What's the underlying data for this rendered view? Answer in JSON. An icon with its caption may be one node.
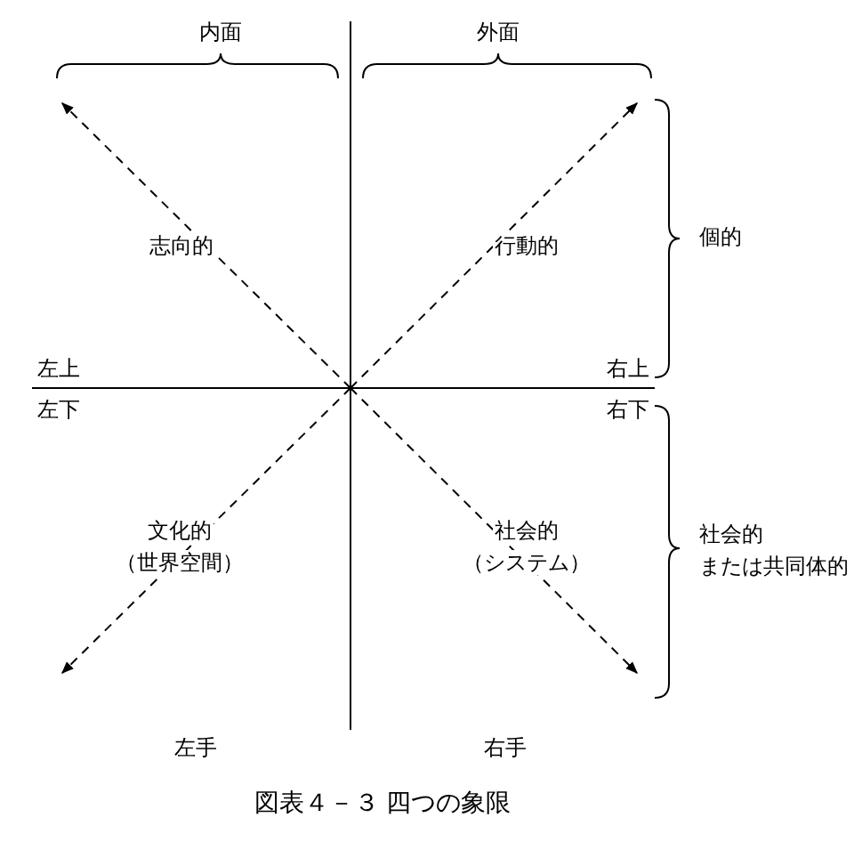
{
  "diagram": {
    "caption": "図表４－３ 四つの象限",
    "labels": [
      "内面",
      "外面",
      "志向的",
      "行動的",
      "個的",
      "左上",
      "右上",
      "左下",
      "右下",
      "文化的",
      "（世界空間）",
      "社会的",
      "（システム）",
      "社会的",
      "または共同体的",
      "左手",
      "右手"
    ]
  }
}
